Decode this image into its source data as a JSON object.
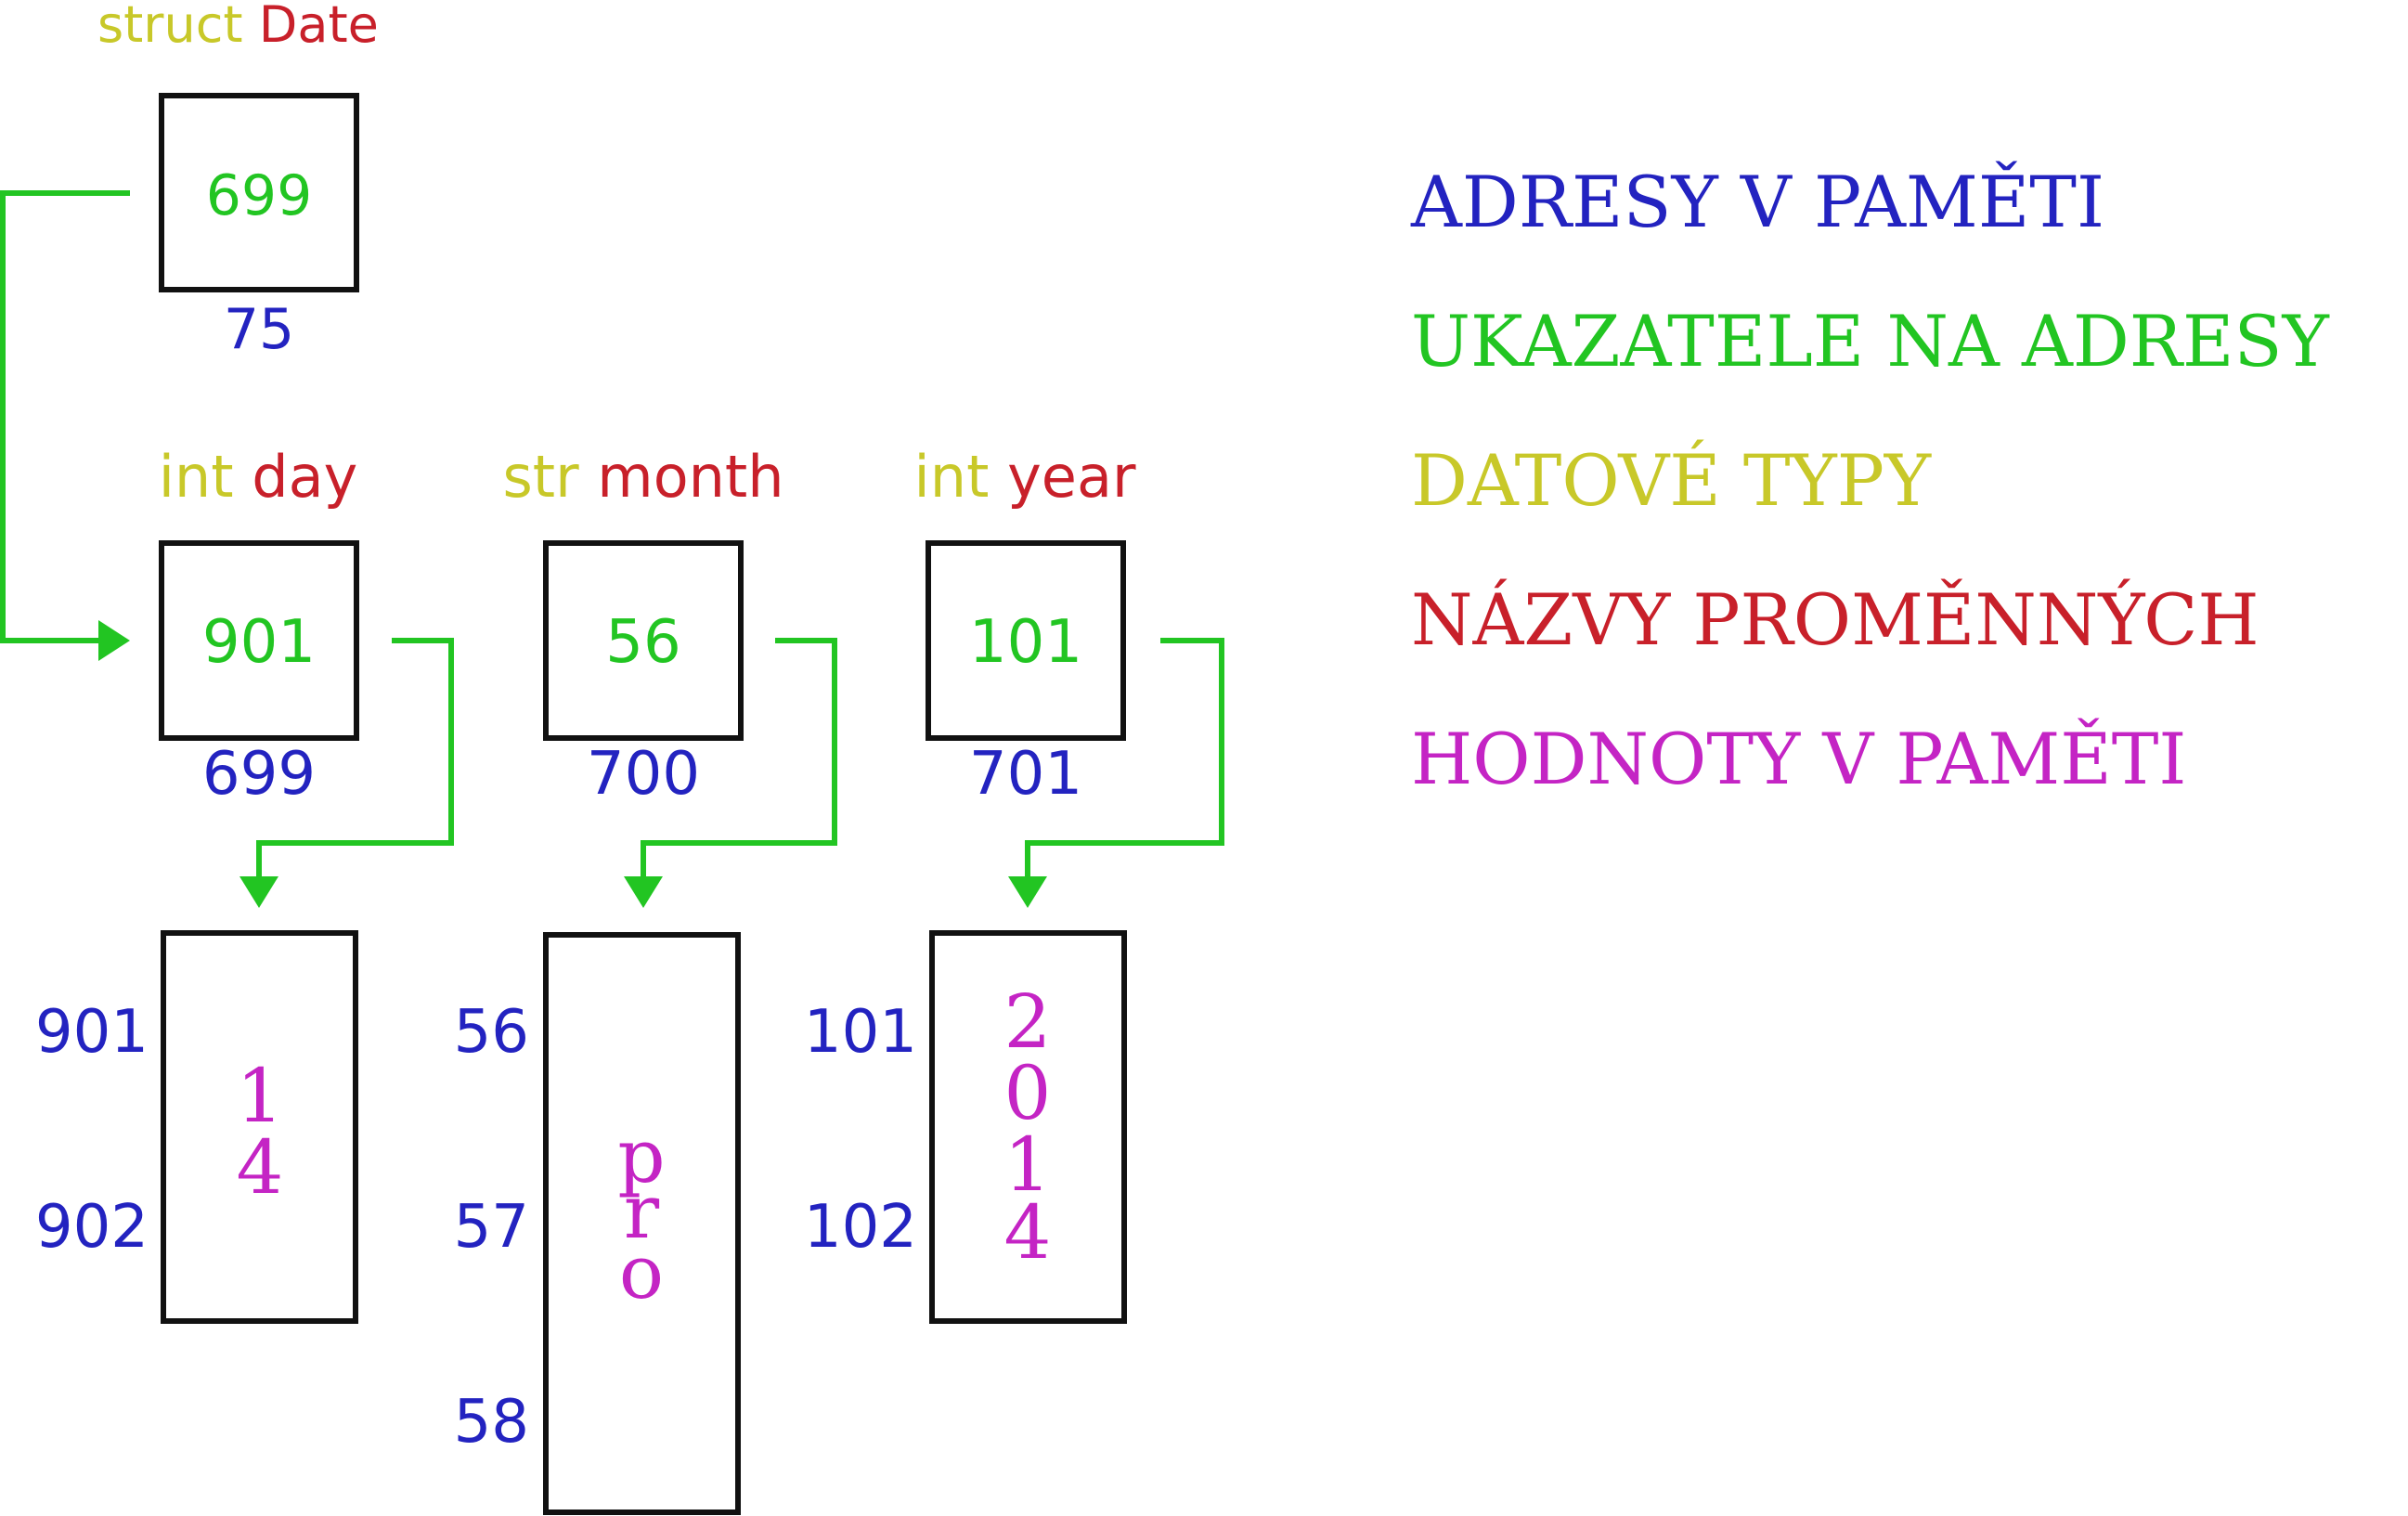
{
  "colors": {
    "address": "#2323c0",
    "pointer": "#22c522",
    "type": "#c8c829",
    "name": "#c8202a",
    "value": "#c424c4",
    "box": "#111111"
  },
  "struct": {
    "type": "struct",
    "name": "Date",
    "pointer_value": "699",
    "address": "75"
  },
  "fields": [
    {
      "type": "int",
      "name": "day",
      "pointer_value": "901",
      "address": "699"
    },
    {
      "type": "str",
      "name": "month",
      "pointer_value": "56",
      "address": "700"
    },
    {
      "type": "int",
      "name": "year",
      "pointer_value": "101",
      "address": "701"
    }
  ],
  "memory": [
    {
      "addresses": [
        "901",
        "902"
      ],
      "values": [
        "1",
        "4"
      ]
    },
    {
      "addresses": [
        "56",
        "57",
        "58"
      ],
      "values": [
        "p",
        "r",
        "o"
      ]
    },
    {
      "addresses": [
        "101",
        "102"
      ],
      "values": [
        "2",
        "0",
        "1",
        "4"
      ]
    }
  ],
  "legend": [
    {
      "label": "ADRESY V PAMĚTI",
      "role": "address"
    },
    {
      "label": "UKAZATELE NA ADRESY",
      "role": "pointer"
    },
    {
      "label": "DATOVÉ TYPY",
      "role": "type"
    },
    {
      "label": "NÁZVY PROMĚNNÝCH",
      "role": "name"
    },
    {
      "label": "HODNOTY V PAMĚTI",
      "role": "value"
    }
  ]
}
